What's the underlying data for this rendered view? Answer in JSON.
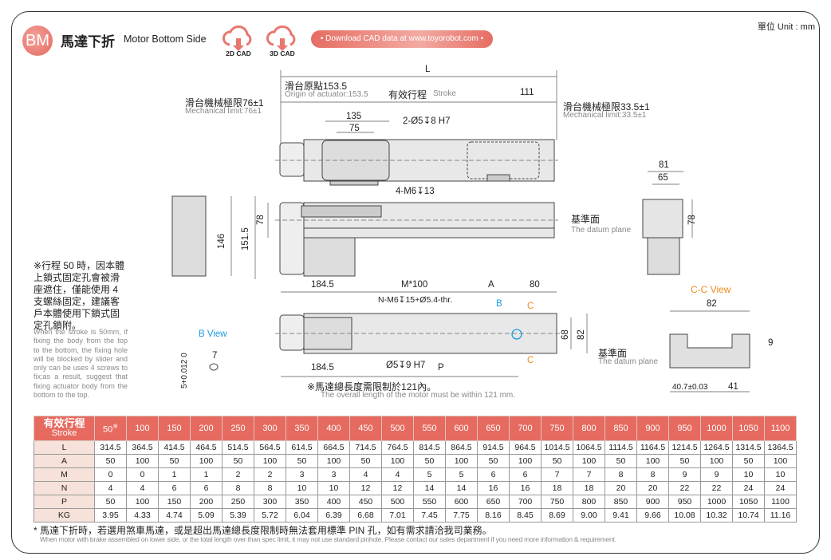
{
  "header": {
    "badge": "BM",
    "title_zh": "馬達下折",
    "title_en": "Motor Bottom Side",
    "cad_2d": "2D CAD",
    "cad_3d": "3D CAD",
    "download": "• Download CAD data at www.toyorobot.com •",
    "unit": "單位 Unit : mm"
  },
  "drawing": {
    "L": "L",
    "origin_zh": "滑台原點153.5",
    "origin_en": "Origin of actuator:153.5",
    "stroke_zh": "有效行程",
    "stroke_en": "Stroke",
    "dim_111": "111",
    "mech_left_zh": "滑台機械極限76±1",
    "mech_left_en": "Mechanical limit:76±1",
    "mech_right_zh": "滑台機械極限33.5±1",
    "mech_right_en": "Mechanical limit:33.5±1",
    "dim_135": "135",
    "dim_75": "75",
    "pin_top": "2-Ø5↧8 H7",
    "tap_top": "4-M6↧13",
    "dim_146": "146",
    "dim_151_5": "151.5",
    "dim_78_side": "78",
    "datum_zh": "基準面",
    "datum_en": "The datum plane",
    "dim_81": "81",
    "dim_65": "65",
    "dim_78_end": "78",
    "dim_184_5_top": "184.5",
    "dim_m100": "M*100",
    "dim_A": "A",
    "dim_80": "80",
    "tap_bottom": "N-M6↧15+Ø5.4-thr.",
    "label_B": "B",
    "label_C": "C",
    "dim_68": "68",
    "dim_82_bottom": "82",
    "pin_bottom": "Ø5↧9 H7",
    "dim_P": "P",
    "dim_184_5_bottom": "184.5",
    "motor_zh": "※馬達總長度需限制於121內。",
    "motor_en": "The overall length of the motor must be within 121 mm.",
    "cc_view": "C-C View",
    "cc_82": "82",
    "cc_9": "9",
    "cc_40_7": "40.7±0.03",
    "cc_41": "41",
    "b_view": "B View",
    "b_7": "7",
    "b_tol": "5+0.012 0"
  },
  "note": {
    "zh": "※行程 50 時，因本體上鎖式固定孔會被滑座遮住，僅能使用 4 支螺絲固定，建議客戶本體使用下鎖式固定孔鎖附。",
    "en": "When the stroke is 50mm, if fixing the body from the top to the bottom, the fixing hole will be blocked by slider and only can be uses 4 screws to fix;as a result, suggest that fixing actuator body from the bottom to the top."
  },
  "table": {
    "header_zh": "有效行程",
    "header_en": "Stroke",
    "strokes": [
      "50",
      "100",
      "150",
      "200",
      "250",
      "300",
      "350",
      "400",
      "450",
      "500",
      "550",
      "600",
      "650",
      "700",
      "750",
      "800",
      "850",
      "900",
      "950",
      "1000",
      "1050",
      "1100"
    ],
    "first_mark": "※",
    "rows": [
      {
        "label": "L",
        "values": [
          "314.5",
          "364.5",
          "414.5",
          "464.5",
          "514.5",
          "564.5",
          "614.5",
          "664.5",
          "714.5",
          "764.5",
          "814.5",
          "864.5",
          "914.5",
          "964.5",
          "1014.5",
          "1064.5",
          "1114.5",
          "1164.5",
          "1214.5",
          "1264.5",
          "1314.5",
          "1364.5"
        ]
      },
      {
        "label": "A",
        "values": [
          "50",
          "100",
          "50",
          "100",
          "50",
          "100",
          "50",
          "100",
          "50",
          "100",
          "50",
          "100",
          "50",
          "100",
          "50",
          "100",
          "50",
          "100",
          "50",
          "100",
          "50",
          "100"
        ]
      },
      {
        "label": "M",
        "values": [
          "0",
          "0",
          "1",
          "1",
          "2",
          "2",
          "3",
          "3",
          "4",
          "4",
          "5",
          "5",
          "6",
          "6",
          "7",
          "7",
          "8",
          "8",
          "9",
          "9",
          "10",
          "10"
        ]
      },
      {
        "label": "N",
        "values": [
          "4",
          "4",
          "6",
          "6",
          "8",
          "8",
          "10",
          "10",
          "12",
          "12",
          "14",
          "14",
          "16",
          "16",
          "18",
          "18",
          "20",
          "20",
          "22",
          "22",
          "24",
          "24"
        ]
      },
      {
        "label": "P",
        "values": [
          "50",
          "100",
          "150",
          "200",
          "250",
          "300",
          "350",
          "400",
          "450",
          "500",
          "550",
          "600",
          "650",
          "700",
          "750",
          "800",
          "850",
          "900",
          "950",
          "1000",
          "1050",
          "1100"
        ]
      },
      {
        "label": "KG",
        "values": [
          "3.95",
          "4.33",
          "4.74",
          "5.09",
          "5.39",
          "5.72",
          "6.04",
          "6.39",
          "6.68",
          "7.01",
          "7.45",
          "7.75",
          "8.16",
          "8.45",
          "8.69",
          "9.00",
          "9.41",
          "9.66",
          "10.08",
          "10.32",
          "10.74",
          "11.16"
        ]
      }
    ]
  },
  "footnote": {
    "zh": "* 馬達下折時，若選用煞車馬達，或是超出馬達總長度限制時無法套用標準 PIN 孔，如有需求請洽我司業務。",
    "en": "When motor with brake assembled on lower side, or the total length over than spec limit, it may not use standard pinhole. Please contact our sales department if you need more information & requirement."
  },
  "colors": {
    "accent": "#e66a5f",
    "blue": "#1a9be0",
    "orange": "#f08a1e"
  }
}
